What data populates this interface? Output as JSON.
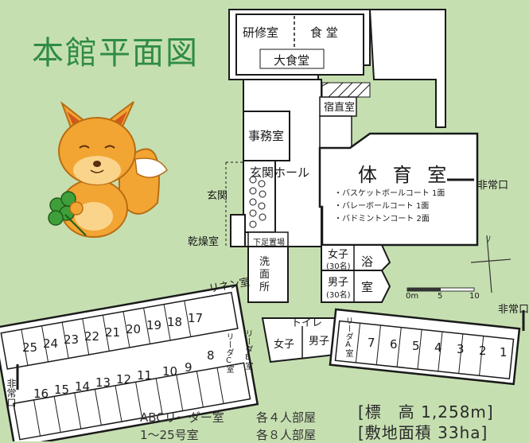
{
  "title": "本館平面図",
  "rooms": {
    "kenshu": "研修室",
    "shokudo": "食 堂",
    "daishokudo": "大食堂",
    "shukuchoku": "宿直室",
    "jimu": "事務室",
    "genkan_hall": "玄関ホール",
    "genkan": "玄関",
    "kanso": "乾燥室",
    "gesoku": "下足置場",
    "senmen": "洗面所",
    "linen": "リネン室",
    "taiiku": "体 育 室",
    "bath_women": "女子",
    "bath_women_cap": "(30名)",
    "bath_men": "男子",
    "bath_men_cap": "(30名)",
    "yoku": "浴",
    "shitsu": "室",
    "toilet": "トイレ",
    "toilet_women": "女子",
    "toilet_men": "男子",
    "leader_a": "リーダA室",
    "leader_b": "リーダB室",
    "leader_c": "リーダC室"
  },
  "gym_courts": [
    "・バスケットボールコート 1面",
    "・バレーボールコート 1面",
    "・バドミントンコート 2面"
  ],
  "exits": {
    "east_upper": "非常口",
    "east_lower": "非常口",
    "west": "非常口"
  },
  "room_numbers_upper_west": [
    "25",
    "24",
    "23",
    "22",
    "21",
    "20",
    "19",
    "18",
    "17"
  ],
  "room_numbers_lower_west": [
    "16",
    "15",
    "14",
    "13",
    "12",
    "11",
    "10",
    "9",
    "8"
  ],
  "room_numbers_east": [
    "7",
    "6",
    "5",
    "4",
    "3",
    "2",
    "1"
  ],
  "scale": {
    "zero": "0m",
    "five": "5",
    "ten": "10"
  },
  "legend": {
    "line1_left": "ABCリーダー室",
    "line1_right": "各４人部屋",
    "line2_left": "1～25号室",
    "line2_right": "各８人部屋"
  },
  "info": {
    "elevation": "[標　高 1,258m]",
    "area": "[敷地面積 33ha]"
  },
  "colors": {
    "background": "#c6dfb1",
    "title": "#2f8c43",
    "wall": "#1a1a1a",
    "floor": "#ffffff",
    "fox": "#f2a533",
    "clover": "#3f9f3a"
  }
}
